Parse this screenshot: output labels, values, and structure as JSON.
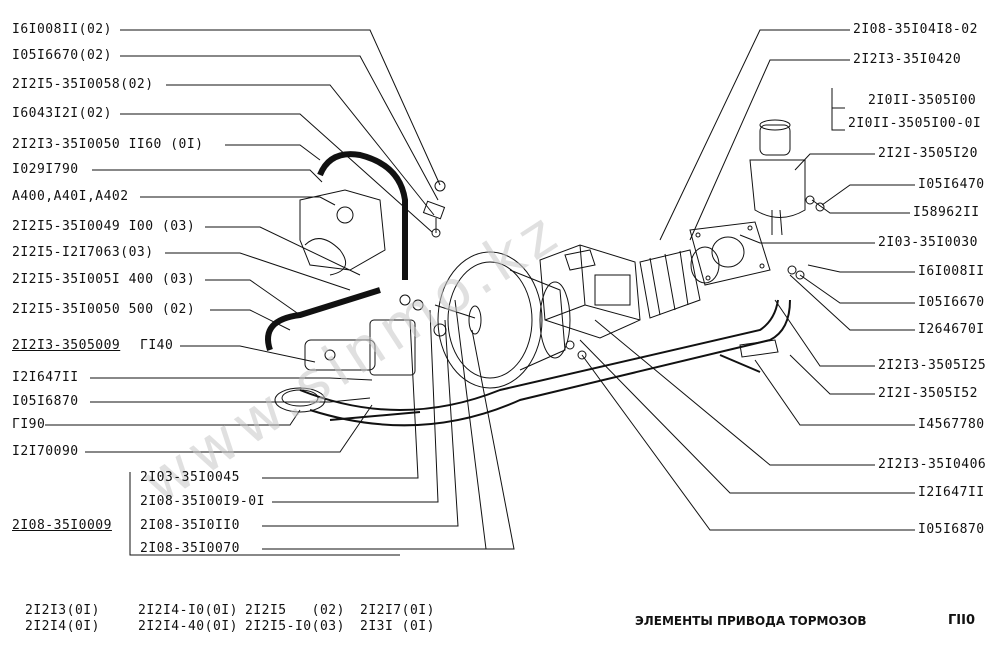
{
  "labels_left": [
    "I6I008II(02)",
    "I05I6670(02)",
    "2I2I5-35I0058(02)",
    "I6043I2I(02)",
    "2I2I3-35I0050 II60 (0I)",
    "I029I790",
    "A400,A40I,A402",
    "2I2I5-35I0049 I00 (03)",
    "2I2I5-I2I7063(03)",
    "2I2I5-35I005I 400 (03)",
    "2I2I5-35I0050 500 (02)",
    "2I2I3-3505009",
    "ГI40",
    "I2I647II",
    "I05I6870",
    "ГI90",
    "I2I70090"
  ],
  "labels_bottom_left": [
    "2I03-35I0045",
    "2I08-35I00I9-0I",
    "2I08-35I0II0",
    "2I08-35I0070"
  ],
  "assembly_label": "2I08-35I0009",
  "labels_right": [
    "2I08-35I04I8-02",
    "2I2I3-35I0420",
    "2I0II-3505I00",
    "2I0II-3505I00-0I",
    "2I2I-3505I20",
    "I05I6470",
    "I58962II",
    "2I03-35I0030",
    "I6I008II",
    "I05I6670",
    "I264670I",
    "2I2I3-3505I25",
    "2I2I-3505I52",
    "I4567780",
    "2I2I3-35I0406",
    "I2I647II",
    "I05I6870"
  ],
  "footer_models": [
    "2I2I3(0I)",
    "2I2I4(0I)",
    "2I2I4-I0(0I)",
    "2I2I4-40(0I)",
    "2I2I5   (02)",
    "2I2I5-I0(03)",
    "2I2I7(0I)",
    "2I3I (0I)"
  ],
  "title": "ЭЛЕМЕНТЫ ПРИВОДА ТОРМОЗОВ",
  "page_code": "ГII0",
  "watermark": "www.sinmo.kz",
  "colors": {
    "ink": "#111111",
    "watermark": "#c8c8c8",
    "background": "#ffffff"
  }
}
